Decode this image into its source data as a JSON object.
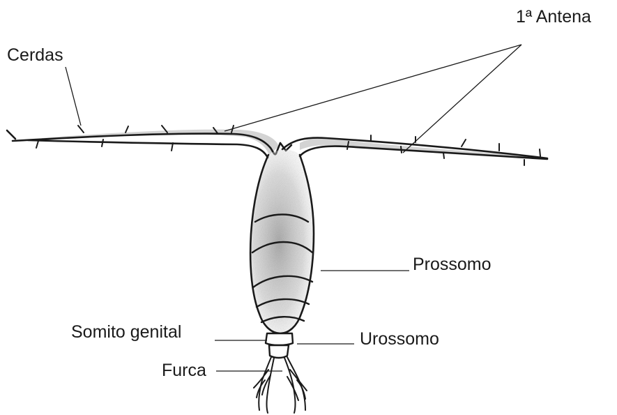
{
  "labels": {
    "antenna": "1ª Antena",
    "setae": "Cerdas",
    "prosome": "Prossomo",
    "genital_somite": "Somito genital",
    "urosome": "Urossomo",
    "furca": "Furca"
  },
  "colors": {
    "ink": "#1a1a1a",
    "shade": "#b8b8b8",
    "background": "#ffffff"
  }
}
